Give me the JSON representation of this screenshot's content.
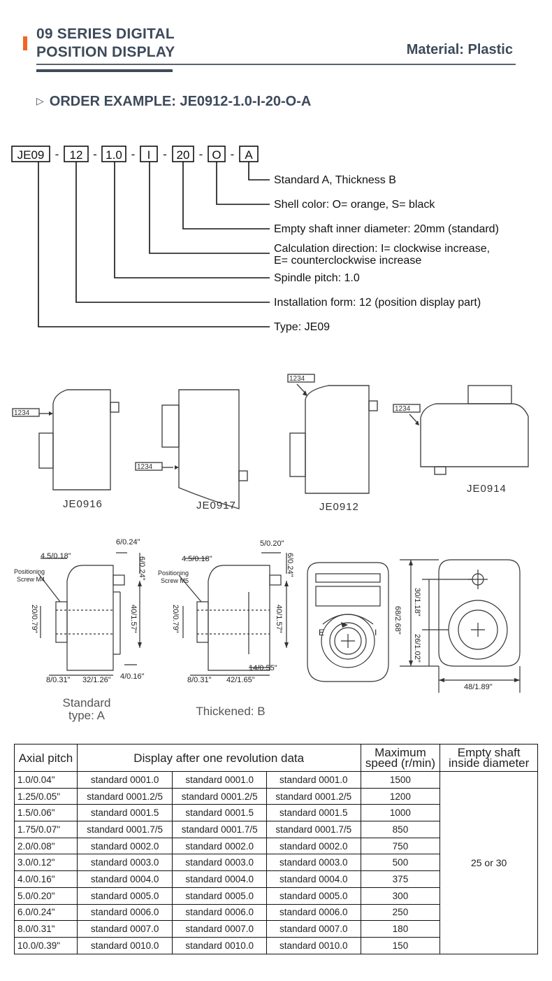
{
  "header": {
    "title_line1": "09 SERIES DIGITAL",
    "title_line2": "POSITION DISPLAY",
    "material": "Material: Plastic",
    "accent_color": "#f26522",
    "text_color": "#3e4a5a"
  },
  "order_example": {
    "bullet": "▷",
    "label": "ORDER EXAMPLE: JE0912-1.0-I-20-O-A"
  },
  "code_boxes": [
    "JE09",
    "12",
    "1.0",
    "I",
    "20",
    "O",
    "A"
  ],
  "code_separator": "-",
  "code_descriptions": [
    "Standard A, Thickness B",
    "Shell color: O= orange, S= black",
    "Empty shaft inner diameter: 20mm (standard)",
    "Calculation direction: I= clockwise increase,",
    "E= counterclockwise increase",
    "Spindle pitch: 1.0",
    "Installation form: 12 (position display part)",
    "Type: JE09"
  ],
  "model_drawings": {
    "counter_label": "1234",
    "models": [
      "JE0916",
      "JE0917",
      "JE0912",
      "JE0914"
    ]
  },
  "dimension_drawings": {
    "standard": {
      "caption_line1": "Standard",
      "caption_line2": "type: A",
      "screw_line1": "Positioning",
      "screw_line2": "Screw M4",
      "dims": [
        "6/0.24\"",
        "4.5/0.18\"",
        "6/0.24\"",
        "20/0.79\"",
        "40/1.57\"",
        "8/0.31\"",
        "32/1.26\"",
        "4/0.16\""
      ]
    },
    "thickened": {
      "caption": "Thickened: B",
      "screw_line1": "Positioning",
      "screw_line2": "Screw M5",
      "dims": [
        "5/0.20\"",
        "4.5/0.18\"",
        "6/0.24\"",
        "20/0.79\"",
        "40/1.57\"",
        "14/0.55\"",
        "8/0.31\"",
        "42/1.65\""
      ]
    },
    "front": {
      "label_e": "E",
      "label_i": "I"
    },
    "rear": {
      "dims": [
        "68/2.68\"",
        "30/1.18\"",
        "26/1.02\"",
        "48/1.89\""
      ]
    }
  },
  "spec_table": {
    "headers": {
      "axial": "Axial pitch",
      "display": "Display after one revolution data",
      "speed_line1": "Maximum",
      "speed_line2": "speed (r/min)",
      "shaft_line1": "Empty shaft",
      "shaft_line2": "inside diameter"
    },
    "shaft_value": "25 or 30",
    "rows": [
      {
        "pitch": "1.0/0.04\"",
        "d1": "standard 0001.0",
        "d2": "standard 0001.0",
        "d3": "standard 0001.0",
        "speed": "1500"
      },
      {
        "pitch": "1.25/0.05\"",
        "d1": "standard 0001.2/5",
        "d2": "standard 0001.2/5",
        "d3": "standard 0001.2/5",
        "speed": "1200"
      },
      {
        "pitch": "1.5/0.06\"",
        "d1": "standard 0001.5",
        "d2": "standard 0001.5",
        "d3": "standard 0001.5",
        "speed": "1000"
      },
      {
        "pitch": "1.75/0.07\"",
        "d1": "standard 0001.7/5",
        "d2": "standard 0001.7/5",
        "d3": "standard 0001.7/5",
        "speed": "850"
      },
      {
        "pitch": "2.0/0.08\"",
        "d1": "standard 0002.0",
        "d2": "standard 0002.0",
        "d3": "standard 0002.0",
        "speed": "750"
      },
      {
        "pitch": "3.0/0.12\"",
        "d1": "standard 0003.0",
        "d2": "standard 0003.0",
        "d3": "standard 0003.0",
        "speed": "500"
      },
      {
        "pitch": "4.0/0.16\"",
        "d1": "standard 0004.0",
        "d2": "standard 0004.0",
        "d3": "standard 0004.0",
        "speed": "375"
      },
      {
        "pitch": "5.0/0.20\"",
        "d1": "standard 0005.0",
        "d2": "standard 0005.0",
        "d3": "standard 0005.0",
        "speed": "300"
      },
      {
        "pitch": "6.0/0.24\"",
        "d1": "standard 0006.0",
        "d2": "standard 0006.0",
        "d3": "standard 0006.0",
        "speed": "250"
      },
      {
        "pitch": "8.0/0.31\"",
        "d1": "standard 0007.0",
        "d2": "standard 0007.0",
        "d3": "standard 0007.0",
        "speed": "180"
      },
      {
        "pitch": "10.0/0.39\"",
        "d1": "standard 0010.0",
        "d2": "standard 0010.0",
        "d3": "standard 0010.0",
        "speed": "150"
      }
    ]
  }
}
